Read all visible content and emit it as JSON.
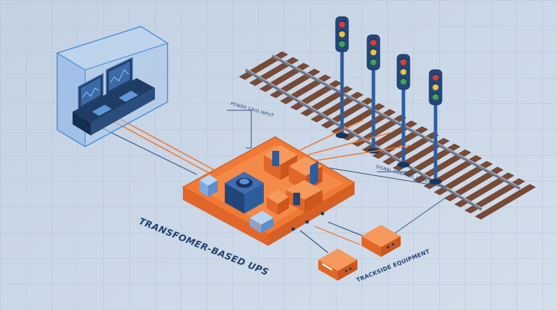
{
  "labels": {
    "power_grid_input": "POWER GRID INPUT",
    "signal_control_logic": "SIGNAL CONTROL LOGIC",
    "ups_title": "TRANSFOMER-BASED UPS",
    "trackside_equipment": "TRACKSIDE EQUIPMENT"
  },
  "colors": {
    "background": "#c9d6e6",
    "grid": "#b3c3d8",
    "accent_orange": "#f07a35",
    "equipment_blue": "#2e5d9c",
    "dark_navy": "#20426e",
    "rail_steel": "#8b93a1",
    "sleeper_brown": "#7a4a35"
  },
  "icons": {
    "control_room": "monitor-console-icon",
    "signal": "traffic-signal-icon",
    "transformer": "transformer-icon",
    "trackside_box": "junction-box-icon"
  },
  "signals": [
    {
      "name": "signal-1",
      "lights": [
        "#e23b2e",
        "#f2c23a",
        "#3fa64b"
      ]
    },
    {
      "name": "signal-2",
      "lights": [
        "#e23b2e",
        "#f2c23a",
        "#3fa64b"
      ]
    },
    {
      "name": "signal-3",
      "lights": [
        "#e23b2e",
        "#f2c23a",
        "#3fa64b"
      ]
    },
    {
      "name": "signal-4",
      "lights": [
        "#e23b2e",
        "#f2c23a",
        "#3fa64b"
      ]
    }
  ]
}
